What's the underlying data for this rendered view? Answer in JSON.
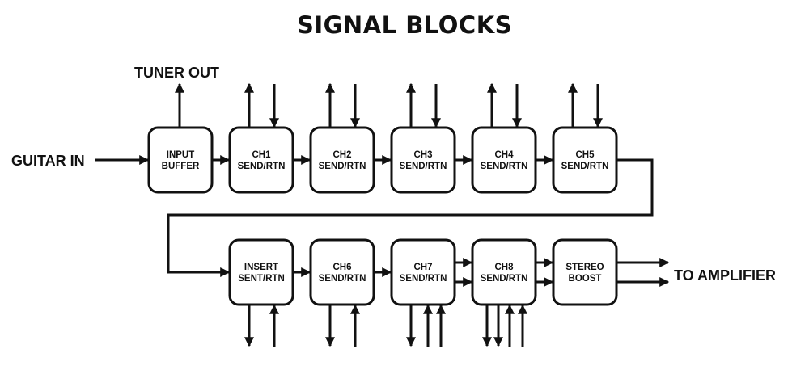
{
  "title": "SIGNAL BLOCKS",
  "labels": {
    "guitar_in": "GUITAR IN",
    "tuner_out": "TUNER OUT",
    "to_amplifier": "TO AMPLIFIER"
  },
  "row1": [
    {
      "id": "input-buffer",
      "lines": [
        "INPUT",
        "BUFFER"
      ],
      "top": [
        "out"
      ],
      "bottom": []
    },
    {
      "id": "ch1",
      "lines": [
        "CH1",
        "SEND/RTN"
      ],
      "top": [
        "out",
        "in"
      ],
      "bottom": []
    },
    {
      "id": "ch2",
      "lines": [
        "CH2",
        "SEND/RTN"
      ],
      "top": [
        "out",
        "in"
      ],
      "bottom": []
    },
    {
      "id": "ch3",
      "lines": [
        "CH3",
        "SEND/RTN"
      ],
      "top": [
        "out",
        "in"
      ],
      "bottom": []
    },
    {
      "id": "ch4",
      "lines": [
        "CH4",
        "SEND/RTN"
      ],
      "top": [
        "out",
        "in"
      ],
      "bottom": []
    },
    {
      "id": "ch5",
      "lines": [
        "CH5",
        "SEND/RTN"
      ],
      "top": [
        "out",
        "in"
      ],
      "bottom": []
    }
  ],
  "row2": [
    {
      "id": "insert",
      "lines": [
        "INSERT",
        "SENT/RTN"
      ],
      "bottom": [
        "out",
        "in"
      ]
    },
    {
      "id": "ch6",
      "lines": [
        "CH6",
        "SEND/RTN"
      ],
      "bottom": [
        "out",
        "in"
      ]
    },
    {
      "id": "ch7",
      "lines": [
        "CH7",
        "SEND/RTN"
      ],
      "bottom": [
        "out",
        "in",
        "in"
      ]
    },
    {
      "id": "ch8",
      "lines": [
        "CH8",
        "SEND/RTN"
      ],
      "bottom": [
        "out",
        "out",
        "in",
        "in"
      ]
    },
    {
      "id": "stereo-boost",
      "lines": [
        "STEREO",
        "BOOST"
      ],
      "bottom": []
    }
  ]
}
